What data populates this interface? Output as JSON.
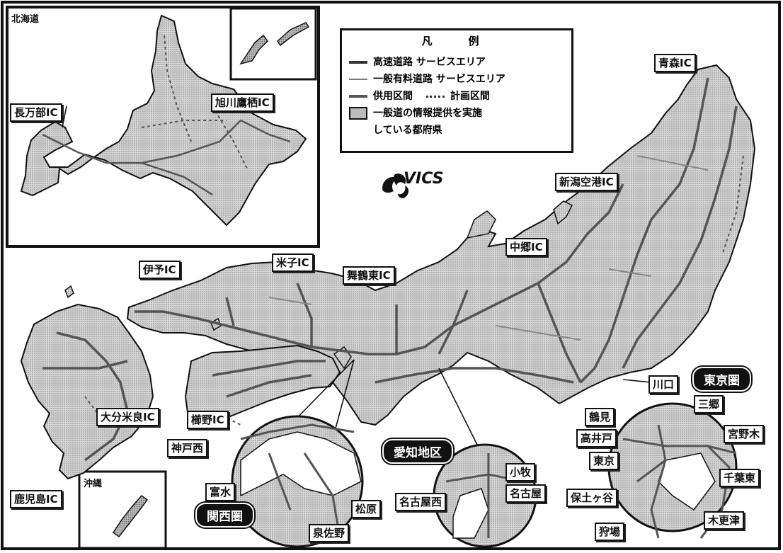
{
  "insets": {
    "hokkaido": "北海道",
    "okinawa": "沖縄"
  },
  "legend": {
    "title": "凡　例",
    "highway_sa": "高速道路 サービスエリア",
    "toll_sa": "一般有料道路 サービスエリア",
    "in_service": "供用区間",
    "planned": "計画区間",
    "info_pref_1": "一般道の情報提供を実施",
    "info_pref_2": "している都府県"
  },
  "logo": "VICS",
  "labels": {
    "aomori": "青森IC",
    "asahikawa": "旭川鷹栖IC",
    "oshamanbe": "長万部IC",
    "niigata": "新潟空港IC",
    "nakago": "中郷IC",
    "yonago": "米子IC",
    "maizuru": "舞鶴東IC",
    "iyo": "伊予IC",
    "oita": "大分米良IC",
    "kushino": "櫛野IC",
    "kobe": "神戸西",
    "mizuhashi": "富水",
    "kagoshima": "鹿児島IC",
    "matsubara": "松原",
    "nagoyanishi": "名古屋西",
    "izumisano": "泉佐野",
    "komaki": "小牧",
    "nagoya": "名古屋",
    "kawaguchi": "川口",
    "misato": "三郷",
    "tsurumi": "鶴見",
    "takaido": "高井戸",
    "miyanogi": "宮野木",
    "tokyo": "東京",
    "chibahigashi": "千葉東",
    "hodogaya": "保土ヶ谷",
    "kariba": "狩場",
    "kisarazu": "木更津"
  },
  "regions": {
    "tokyo_area": "東京圏",
    "aichi": "愛知地区",
    "kansai": "関西圏"
  },
  "colors": {
    "land": "#c9c9c9",
    "water": "#ffffff",
    "road": "#555555",
    "border": "#111111"
  }
}
